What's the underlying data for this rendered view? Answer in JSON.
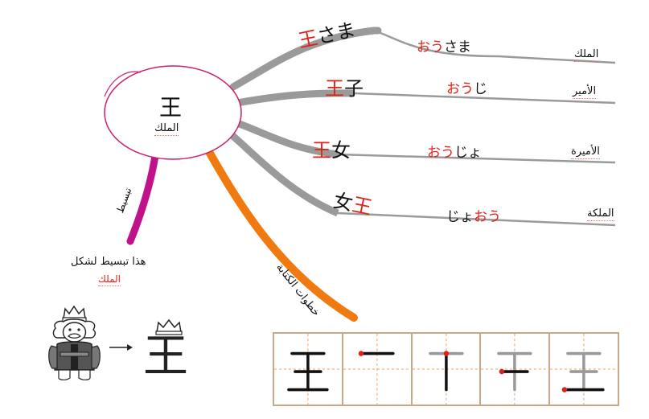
{
  "colors": {
    "branch_gray": "#9a9a9a",
    "branch_magenta": "#c0128a",
    "branch_orange": "#f07a10",
    "oval_border": "#c8206e",
    "accent_red": "#e0211a",
    "grid_border": "#c9a887",
    "grid_guide": "#e8a060"
  },
  "center": {
    "kanji": "王",
    "meaning": "الملك"
  },
  "branches": [
    {
      "word_red": "王",
      "word_rest": "さま",
      "reading_red": "おう",
      "reading_rest": "さま",
      "meaning": "الملك"
    },
    {
      "word_red": "王",
      "word_rest": "子",
      "reading_red": "おう",
      "reading_rest": "じ",
      "meaning": "الأمير"
    },
    {
      "word_red": "王",
      "word_rest": "女",
      "reading_red": "おう",
      "reading_rest": "じょ",
      "meaning": "الأميرة"
    },
    {
      "word_pre": "女",
      "word_red": "王",
      "reading_pre": "じょ",
      "reading_red": "おう",
      "meaning": "الملكة"
    }
  ],
  "simplification": {
    "branch_label": "تبسيط",
    "caption": "هذا تبسيط لشكل",
    "caption_red": "الملك",
    "arrow": "→",
    "result_glyph": "王",
    "crown_icon": "crown-icon",
    "king_icon": "king-character-icon"
  },
  "stroke_order": {
    "branch_label": "خطوات الكتابة",
    "cells": [
      {
        "glyph": "王",
        "step": 0
      },
      {
        "glyph": "一",
        "step": 1
      },
      {
        "glyph": "T",
        "step": 2
      },
      {
        "glyph": "干",
        "step": 3
      },
      {
        "glyph": "王",
        "step": 4
      }
    ]
  }
}
